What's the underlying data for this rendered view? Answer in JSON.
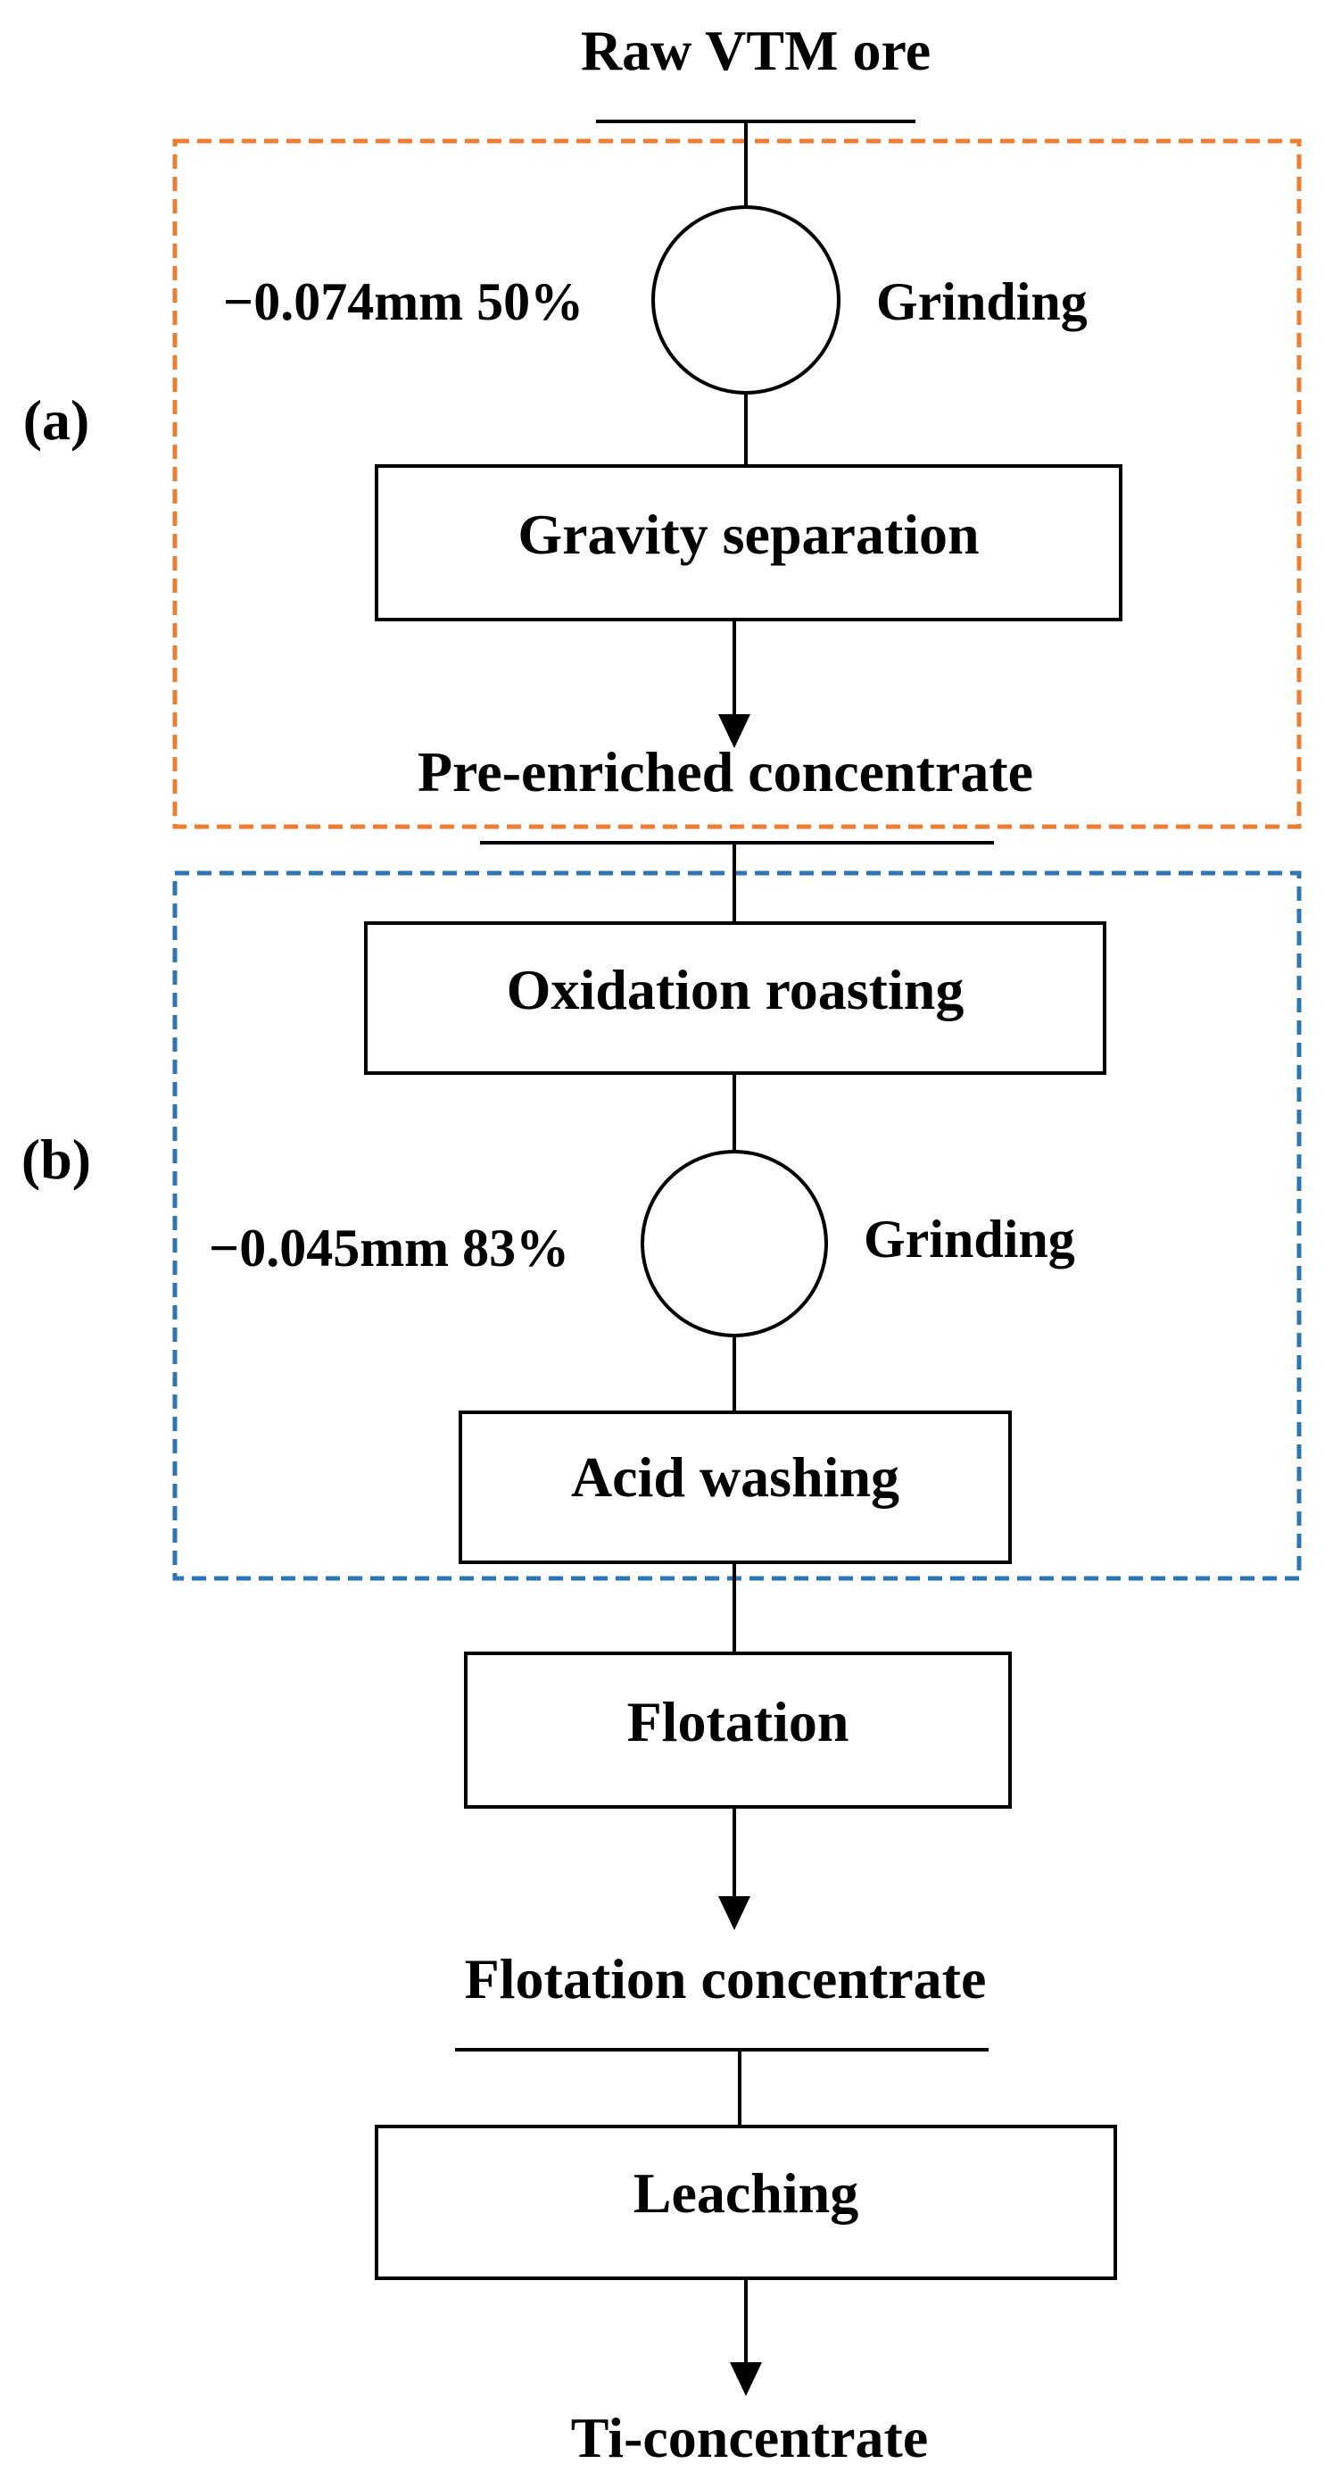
{
  "diagram": {
    "colors": {
      "stroke": "#000000",
      "group_a": "#ED7D31",
      "group_b": "#2E75B6"
    },
    "group_a": {
      "tag": "(a)"
    },
    "group_b": {
      "tag": "(b)"
    },
    "labels": {
      "raw": "Raw VTM ore",
      "grinding_1_size": "−0.074mm 50%",
      "grinding_1": "Grinding",
      "gravity": "Gravity separation",
      "pre_enriched": "Pre-enriched concentrate",
      "oxidation": "Oxidation roasting",
      "grinding_2_size": "−0.045mm 83%",
      "grinding_2": "Grinding",
      "acid": "Acid washing",
      "flotation": "Flotation",
      "flotation_conc": "Flotation concentrate",
      "leaching": "Leaching",
      "ti": "Ti-concentrate"
    }
  }
}
